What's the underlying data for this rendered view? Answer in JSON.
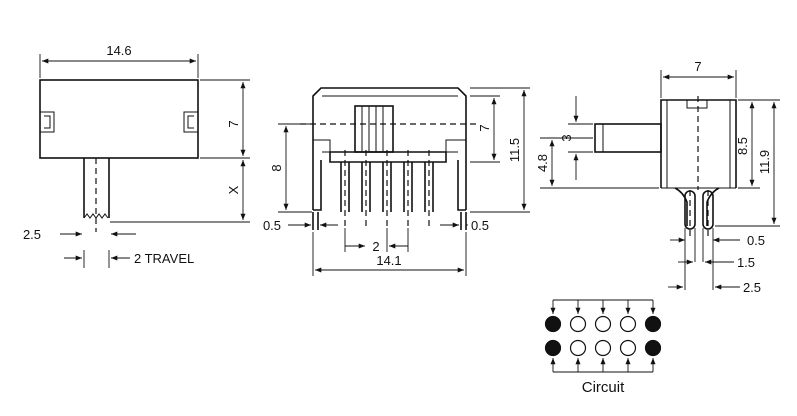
{
  "colors": {
    "line": "#111111",
    "background": "#ffffff"
  },
  "front_view": {
    "width_label": "14.6",
    "height_label": "7",
    "x_label": "X",
    "pin_width_label": "2.5",
    "travel_label": "2 TRAVEL"
  },
  "side_view": {
    "height_8_label": "8",
    "height_7_label": "7",
    "height_11_5_label": "11.5",
    "pin_left_label": "0.5",
    "pin_right_label": "0.5",
    "pitch_label": "2",
    "width_label": "14.1"
  },
  "end_view": {
    "width_label": "7",
    "knob_label": "3",
    "knob_height_label": "4.8",
    "height_8_5_label": "8.5",
    "height_11_9_label": "11.9",
    "pin_05_label": "0.5",
    "pin_15_label": "1.5",
    "pin_25_label": "2.5"
  },
  "circuit": {
    "label": "Circuit",
    "rows": [
      [
        "filled",
        "open",
        "open",
        "open",
        "filled"
      ],
      [
        "filled",
        "open",
        "open",
        "open",
        "filled"
      ]
    ]
  }
}
